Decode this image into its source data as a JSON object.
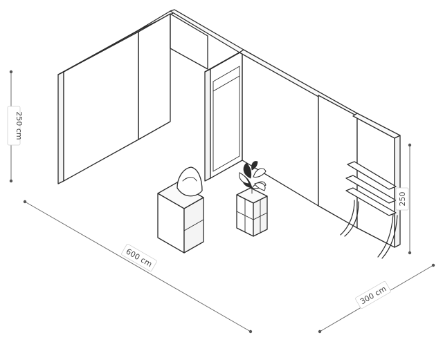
{
  "dimensions": {
    "height_left": "250 cm",
    "width": "600 cm",
    "depth": "300 cm",
    "height_right": "250"
  },
  "colors": {
    "line": "#2b2b2b",
    "dimension": "#6b6b6b",
    "background": "#ffffff"
  }
}
